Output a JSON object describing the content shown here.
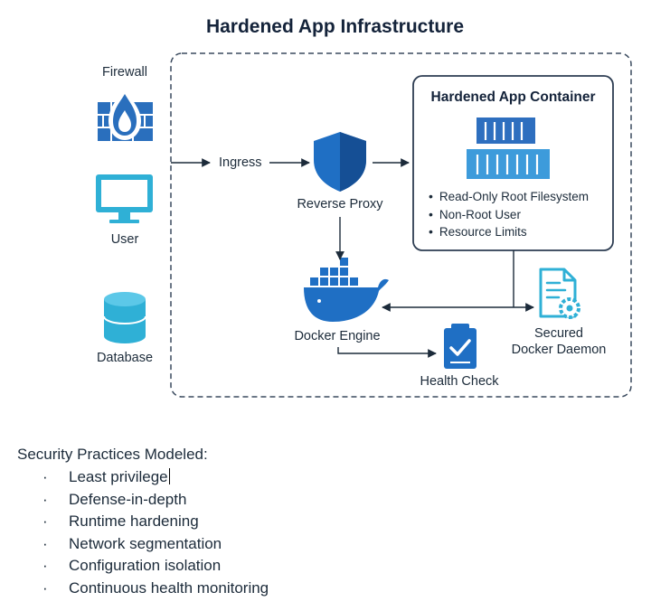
{
  "title": "Hardened App Infrastructure",
  "nodes": {
    "firewall": "Firewall",
    "user": "User",
    "database": "Database",
    "ingress": "Ingress",
    "reverse_proxy": "Reverse Proxy",
    "container_title": "Hardened App Container",
    "container_features": [
      "Read-Only Root Filesystem",
      "Non-Root User",
      "Resource Limits"
    ],
    "docker_engine": "Docker Engine",
    "health_check": "Health Check",
    "secured_daemon_line1": "Secured",
    "secured_daemon_line2": "Docker Daemon"
  },
  "practices": {
    "title": "Security Practices Modeled:",
    "bullet": "·",
    "items": [
      "Least privilege",
      "Defense-in-depth",
      "Runtime hardening",
      "Network segmentation",
      "Configuration isolation",
      "Continuous health monitoring"
    ]
  },
  "colors": {
    "accent": "#1f6fc4",
    "dark": "#14233a",
    "icon_teal": "#2fb0d6"
  },
  "icons": [
    "firewall-icon",
    "monitor-icon",
    "database-icon",
    "shield-icon",
    "container-icon",
    "docker-whale-icon",
    "checklist-icon",
    "document-gear-icon"
  ]
}
